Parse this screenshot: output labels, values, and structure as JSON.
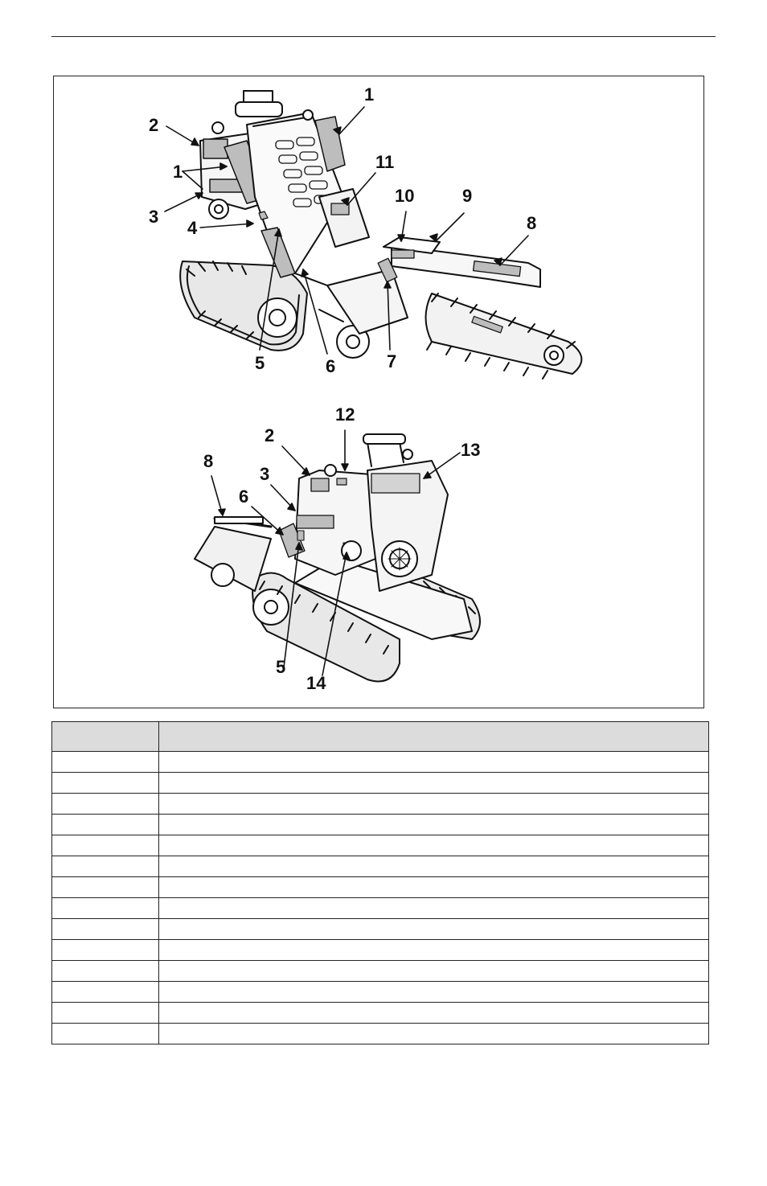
{
  "figure": {
    "top_callouts": [
      "1",
      "2",
      "1",
      "3",
      "4",
      "11",
      "10",
      "9",
      "8",
      "5",
      "6",
      "7"
    ],
    "bottom_callouts": [
      "12",
      "2",
      "13",
      "8",
      "3",
      "6",
      "5",
      "14"
    ]
  },
  "legend_table": {
    "headers": [
      "",
      ""
    ],
    "row_count": 14
  }
}
